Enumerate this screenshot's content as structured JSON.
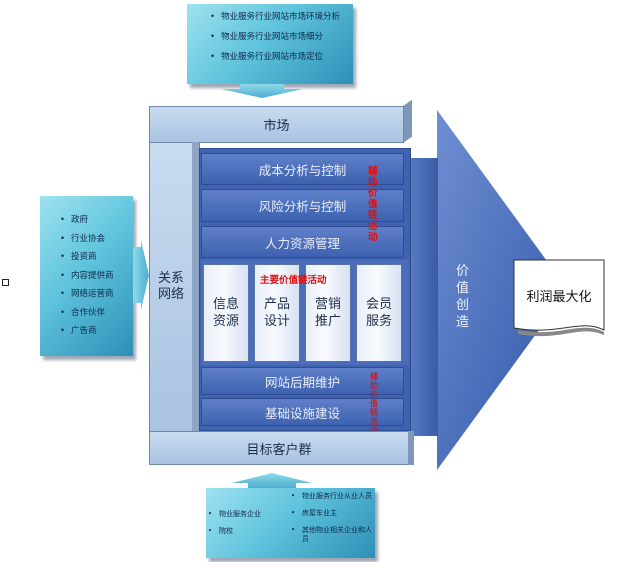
{
  "top_box": {
    "items": [
      "物业服务行业网站市场环境分析",
      "物业服务行业网站市场细分",
      "物业服务行业网站市场定位"
    ]
  },
  "left_box": {
    "items": [
      "政府",
      "行业协会",
      "投资商",
      "内容提供商",
      "网络运营商",
      "合作伙伴",
      "广告商"
    ]
  },
  "bottom_box": {
    "left_items": [
      "物业服务企业",
      "院校"
    ],
    "right_items": [
      "物业服务行业从业人员",
      "房屋车业主",
      "其他物业相关企业和人员"
    ]
  },
  "frame": {
    "market": "市场",
    "relation_network": "关系网络",
    "target_customers": "目标客户群",
    "support_rows": [
      "成本分析与控制",
      "风险分析与控制",
      "人力资源管理"
    ],
    "bottom_rows": [
      "网站后期维护",
      "基础设施建设"
    ],
    "support_label": "辅助价值链活动",
    "bottom_label": "辅助价值链活动",
    "primary_label": "主要价值链活动",
    "primary_columns": [
      "信息资源",
      "产品设计",
      "营销推广",
      "会员服务"
    ]
  },
  "arrow_label": "价值创造",
  "result": "利润最大化",
  "colors": {
    "frame_blue": "#4a6cb9",
    "box_cyan": "#5fc4dd",
    "arrow_blue": "#3f64b1"
  }
}
